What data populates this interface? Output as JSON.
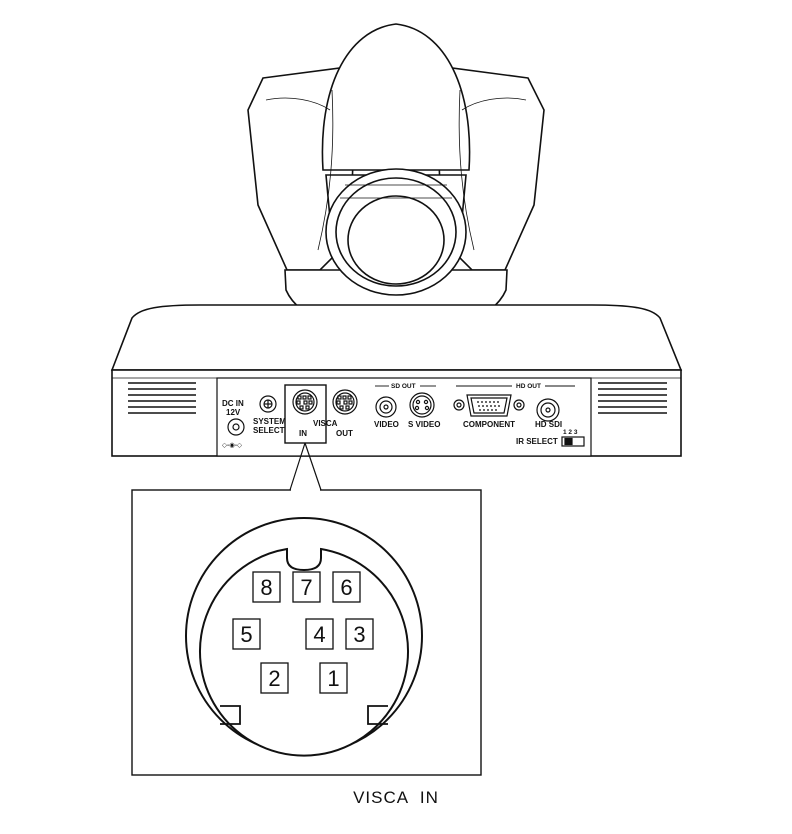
{
  "panel": {
    "dc_in": "DC IN",
    "volt": "12V",
    "polarity": "◇-◉-◇",
    "system": "SYSTEM",
    "select": "SELECT",
    "visca": "VISCA",
    "in": "IN",
    "out": "OUT",
    "sd_out": "SD OUT",
    "video": "VIDEO",
    "s_video": "S VIDEO",
    "hd_out": "HD OUT",
    "component": "COMPONENT",
    "hd_sdi": "HD SDI",
    "ir_select": "IR SELECT",
    "ir_positions": "1 2 3"
  },
  "connector": {
    "pins": [
      "1",
      "2",
      "3",
      "4",
      "5",
      "6",
      "7",
      "8"
    ]
  },
  "caption": "VISCA IN"
}
